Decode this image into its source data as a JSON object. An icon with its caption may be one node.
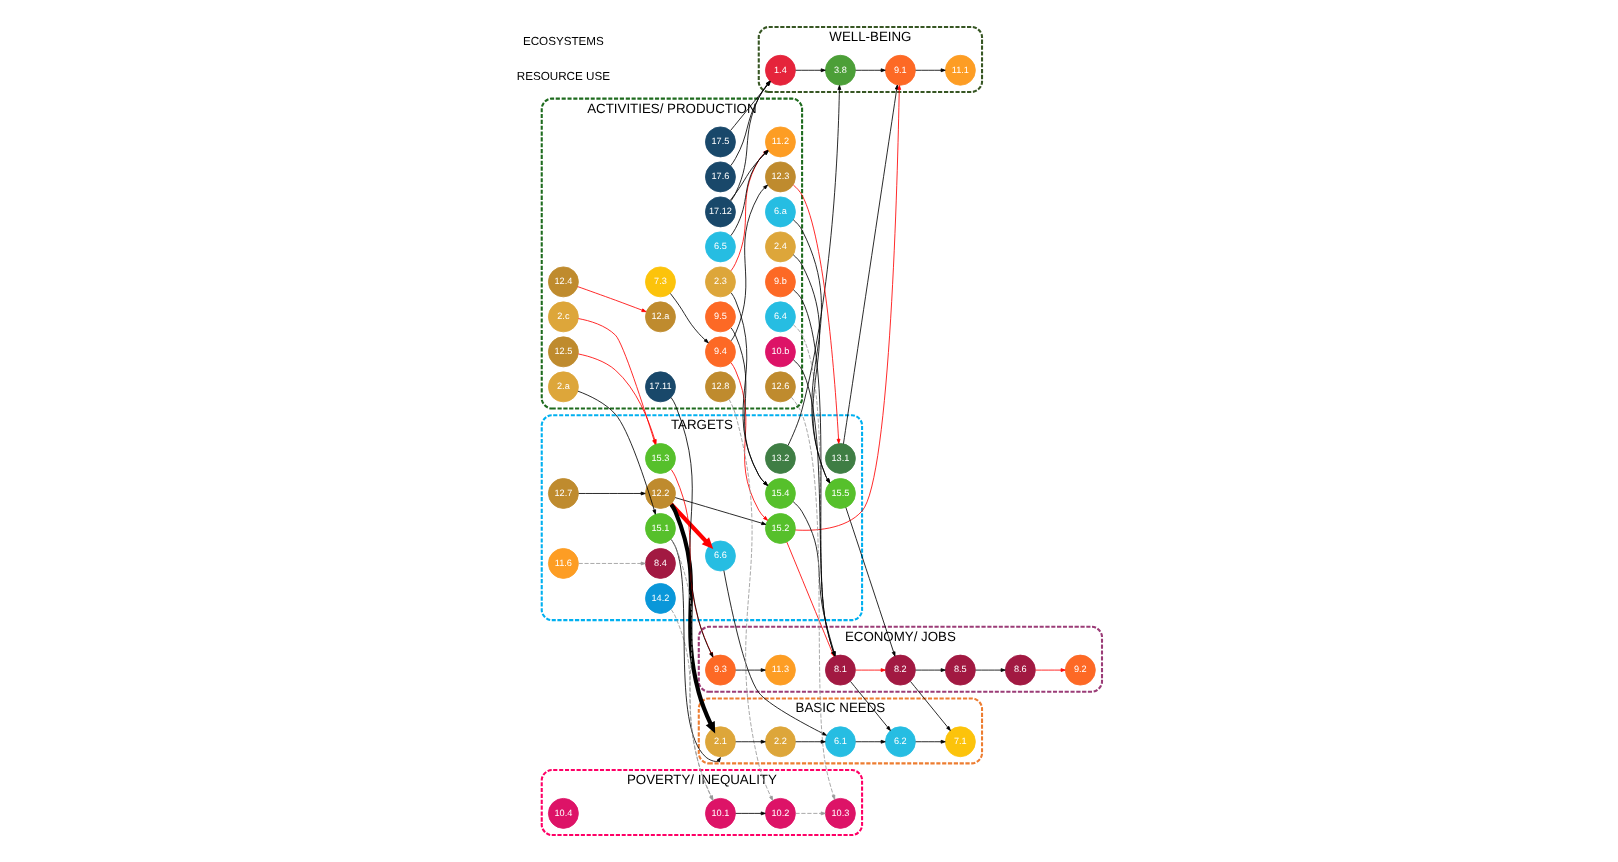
{
  "diagram": {
    "nodes": [
      {
        "text": [
          "TARGETS"
        ]
      },
      {
        "text": [
          "8.4"
        ],
        "in": 0
      },
      {
        "text": [
          "12.2"
        ],
        "in": 0
      },
      {
        "text": [
          "11.6"
        ],
        "in": 0
      },
      {
        "text": [
          "12.7"
        ],
        "in": 0
      },
      {
        "text": [
          "6.6"
        ],
        "in": 0
      },
      {
        "text": [
          "13.1"
        ],
        "in": 0
      },
      {
        "text": [
          "13.2"
        ],
        "in": 0
      },
      {
        "text": [
          "14.2"
        ],
        "in": 0
      },
      {
        "text": [
          "15.1"
        ],
        "in": 0
      },
      {
        "text": [
          "15.2"
        ],
        "in": 0
      },
      {
        "text": [
          "15.3"
        ],
        "in": 0
      },
      {
        "text": [
          "15.4"
        ],
        "in": 0
      },
      {
        "text": [
          "15.5"
        ],
        "in": 0
      },
      {
        "text": [
          "ACTIVITIES/ PRODUCTION"
        ]
      },
      {
        "text": [
          "7.3"
        ],
        "in": 14
      },
      {
        "text": [
          "9.4"
        ],
        "in": 14
      },
      {
        "text": [
          "12.3"
        ],
        "in": 14
      },
      {
        "text": [
          "2.3"
        ],
        "in": 14
      },
      {
        "text": [
          "2.4"
        ],
        "in": 14
      },
      {
        "text": [
          "2.a"
        ],
        "in": 14
      },
      {
        "text": [
          "2.c"
        ],
        "in": 14
      },
      {
        "text": [
          "6.4"
        ],
        "in": 14
      },
      {
        "text": [
          "12.4"
        ],
        "in": 14
      },
      {
        "text": [
          "12.5"
        ],
        "in": 14
      },
      {
        "text": [
          "12.6"
        ],
        "in": 14
      },
      {
        "text": [
          "6.5"
        ],
        "in": 14
      },
      {
        "text": [
          "6.a"
        ],
        "in": 14
      },
      {
        "text": [
          "9.5"
        ],
        "in": 14
      },
      {
        "text": [
          "9.b"
        ],
        "in": 14
      },
      {
        "text": [
          "10.b"
        ],
        "in": 14
      },
      {
        "text": [
          "12.a"
        ],
        "in": 14
      },
      {
        "text": [
          "17.12"
        ],
        "in": 14
      },
      {
        "text": [
          "11.2"
        ],
        "in": 14
      },
      {
        "text": [
          "12.8"
        ],
        "in": 14
      },
      {
        "text": [
          "17.5"
        ],
        "in": 14
      },
      {
        "text": [
          "17.6"
        ],
        "in": 14
      },
      {
        "text": [
          "17.11"
        ],
        "in": 14
      },
      {
        "text": [
          "BASIC NEEDS"
        ]
      },
      {
        "text": [
          "2.1"
        ],
        "in": 38
      },
      {
        "text": [
          "2.2"
        ],
        "in": 38
      },
      {
        "text": [
          "6.1"
        ],
        "in": 38
      },
      {
        "text": [
          "6.2"
        ],
        "in": 38
      },
      {
        "text": [
          "7.1"
        ],
        "in": 38
      },
      {
        "text": [
          "POVERTY/ INEQUALITY"
        ]
      },
      {
        "text": [
          "10.1"
        ],
        "in": 44
      },
      {
        "text": [
          "10.2"
        ],
        "in": 44
      },
      {
        "text": [
          "10.3"
        ],
        "in": 44
      },
      {
        "text": [
          "10.4"
        ],
        "in": 44
      },
      {
        "text": [
          "ECONOMY/ JOBS"
        ]
      },
      {
        "text": [
          "8.1"
        ],
        "in": 49
      },
      {
        "text": [
          "8.2"
        ],
        "in": 49
      },
      {
        "text": [
          "8.5"
        ],
        "in": 49
      },
      {
        "text": [
          "8.6"
        ],
        "in": 49
      },
      {
        "text": [
          "9.2"
        ],
        "in": 49
      },
      {
        "text": [
          "9.3"
        ],
        "in": 49
      },
      {
        "text": [
          "11.3"
        ],
        "in": 49
      },
      {
        "text": [
          "WELL-BEING"
        ]
      },
      {
        "text": [
          "1.4"
        ],
        "in": 57
      },
      {
        "text": [
          "3.8"
        ],
        "in": 57
      },
      {
        "text": [
          "9.1"
        ],
        "in": 57
      },
      {
        "text": [
          "11.1"
        ],
        "in": 57
      }
    ],
    "edges": [
      {
        "from": 2,
        "to": 5,
        "arrow": "to",
        "style": "thick",
        "color": "#ff0000"
      },
      {
        "from": 2,
        "to": 10,
        "arrow": "to"
      },
      {
        "from": 2,
        "to": 39,
        "arrow": "to",
        "style": "thick"
      },
      {
        "from": 9,
        "to": 39,
        "arrow": "to"
      },
      {
        "from": 39,
        "to": 40,
        "arrow": "to"
      },
      {
        "from": 40,
        "to": 41,
        "arrow": "to"
      },
      {
        "from": 41,
        "to": 42,
        "arrow": "to"
      },
      {
        "from": 42,
        "to": 43,
        "arrow": "to"
      },
      {
        "from": 45,
        "to": 46,
        "arrow": "to"
      },
      {
        "from": 46,
        "to": 47,
        "arrow": "to",
        "style": "dashed",
        "color": "#999999"
      },
      {
        "from": 50,
        "to": 51,
        "arrow": "to",
        "color": "#ff0000"
      },
      {
        "from": 51,
        "to": 52,
        "arrow": "to"
      },
      {
        "from": 52,
        "to": 53,
        "arrow": "to"
      },
      {
        "from": 53,
        "to": 54,
        "arrow": "to",
        "color": "#ff0000"
      },
      {
        "from": 55,
        "to": 56,
        "arrow": "to"
      },
      {
        "from": 58,
        "to": 59,
        "arrow": "to"
      },
      {
        "from": 59,
        "to": 60,
        "arrow": "to"
      },
      {
        "from": 60,
        "to": 61,
        "arrow": "to"
      },
      {
        "from": 51,
        "to": 43,
        "arrow": "to"
      },
      {
        "from": 50,
        "to": 42,
        "arrow": "to"
      },
      {
        "from": 3,
        "to": 1,
        "arrow": "to",
        "style": "dashed",
        "color": "#999999"
      },
      {
        "from": 4,
        "to": 2,
        "arrow": "to"
      },
      {
        "from": 15,
        "to": 16,
        "arrow": "to"
      },
      {
        "from": 16,
        "to": 17,
        "arrow": "to"
      },
      {
        "from": 23,
        "to": 31,
        "arrow": "to",
        "color": "#ff0000"
      },
      {
        "from": 32,
        "to": 33,
        "arrow": "to"
      },
      {
        "from": 26,
        "to": 33,
        "arrow": "to"
      },
      {
        "from": 17,
        "to": 6,
        "arrow": "to",
        "color": "#ff0000"
      },
      {
        "from": 16,
        "to": 10,
        "arrow": "to",
        "color": "#ff0000"
      },
      {
        "from": 24,
        "to": 11,
        "arrow": "to",
        "color": "#ff0000"
      },
      {
        "from": 18,
        "to": 12,
        "arrow": "to"
      },
      {
        "from": 19,
        "to": 13,
        "arrow": "to"
      },
      {
        "from": 20,
        "to": 9,
        "arrow": "to"
      },
      {
        "from": 21,
        "to": 11,
        "arrow": "to",
        "color": "#ff0000"
      },
      {
        "from": 27,
        "to": 13,
        "arrow": "to"
      },
      {
        "from": 28,
        "to": 12,
        "arrow": "to"
      },
      {
        "from": 29,
        "to": 50,
        "arrow": "to"
      },
      {
        "from": 30,
        "to": 50,
        "arrow": "to"
      },
      {
        "from": 36,
        "to": 58,
        "arrow": "to"
      },
      {
        "from": 37,
        "to": 55,
        "arrow": "to"
      },
      {
        "from": 35,
        "to": 58,
        "arrow": "to"
      },
      {
        "from": 22,
        "to": 50,
        "arrow": "to",
        "style": "dashed",
        "color": "#999999"
      },
      {
        "from": 12,
        "to": 50,
        "arrow": "to"
      },
      {
        "from": 13,
        "to": 51,
        "arrow": "to"
      },
      {
        "from": 11,
        "to": 55,
        "arrow": "to",
        "color": "#ff0000"
      },
      {
        "from": 10,
        "to": 50,
        "arrow": "to",
        "color": "#ff0000"
      },
      {
        "from": 10,
        "to": 60,
        "arrow": "to",
        "color": "#ff0000"
      },
      {
        "from": 6,
        "to": 60,
        "arrow": "to"
      },
      {
        "from": 7,
        "to": 59,
        "arrow": "to"
      },
      {
        "from": 9,
        "to": 45,
        "arrow": "to",
        "style": "dashed",
        "color": "#999999"
      },
      {
        "from": 8,
        "to": 45,
        "arrow": "to",
        "style": "dashed",
        "color": "#999999"
      },
      {
        "from": 34,
        "to": 46,
        "arrow": "to",
        "style": "dashed",
        "color": "#999999"
      },
      {
        "from": 25,
        "to": 47,
        "arrow": "to",
        "style": "dashed",
        "color": "#999999"
      },
      {
        "from": 32,
        "to": 58,
        "arrow": "to"
      },
      {
        "from": 18,
        "to": 33,
        "arrow": "to",
        "color": "#ff0000"
      },
      {
        "from": 5,
        "to": 41,
        "arrow": "to"
      }
    ],
    "labels": [
      "RESOURCE USE",
      "ECOSYSTEMS"
    ]
  }
}
